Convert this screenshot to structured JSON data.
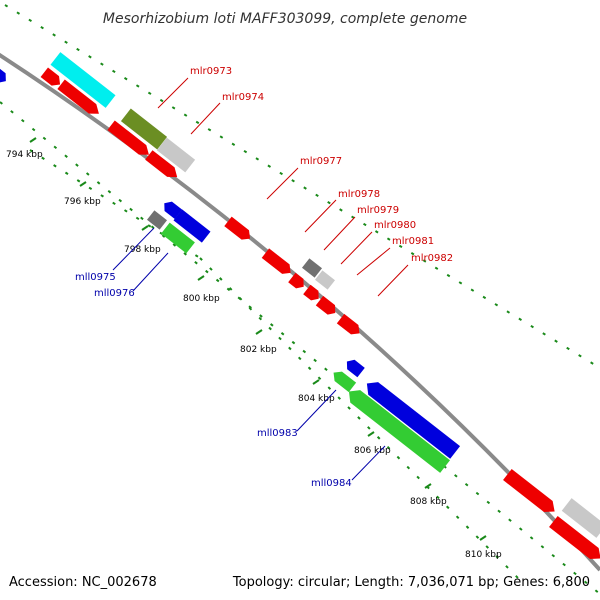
{
  "title": "Mesorhizobium loti MAFF303099, complete genome",
  "accession": "Accession: NC_002678",
  "topology": "Topology: circular; Length: 7,036,071 bp; Genes: 6,800",
  "colors": {
    "backbone": "#8a8a8a",
    "tick": "#1a8a1a",
    "forward_label": "#cc0000",
    "reverse_label": "#0000aa",
    "red": "#ee0000",
    "blue": "#0000dd",
    "cyan": "#00eeee",
    "olive": "#6b8e23",
    "lightgray": "#c8c8c8",
    "darkgray": "#707070",
    "green": "#33cc33"
  },
  "kbp_labels": [
    "794 kbp",
    "796 kbp",
    "798 kbp",
    "800 kbp",
    "802 kbp",
    "804 kbp",
    "806 kbp",
    "808 kbp",
    "810 kbp"
  ],
  "forward_genes": [
    "mlr0973",
    "mlr0974",
    "mlr0977",
    "mlr0978",
    "mlr0979",
    "mlr0980",
    "mlr0981",
    "mlr0982"
  ],
  "reverse_genes": [
    "mll0975",
    "mll0976",
    "mll0983",
    "mll0984"
  ]
}
